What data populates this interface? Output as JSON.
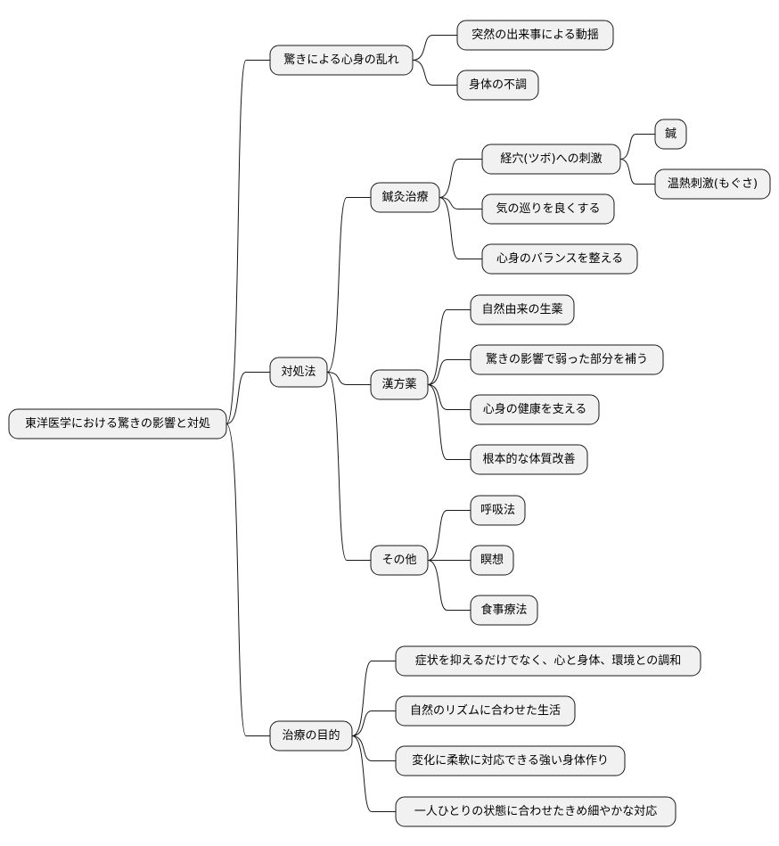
{
  "mindmap": {
    "root": {
      "label": "東洋医学における驚きの影響と対処",
      "children": [
        {
          "label": "驚きによる心身の乱れ",
          "children": [
            {
              "label": "突然の出来事による動揺"
            },
            {
              "label": "身体の不調"
            }
          ]
        },
        {
          "label": "対処法",
          "children": [
            {
              "label": "鍼灸治療",
              "children": [
                {
                  "label": "経穴(ツボ)への刺激",
                  "children": [
                    {
                      "label": "鍼"
                    },
                    {
                      "label": "温熱刺激(もぐさ)"
                    }
                  ]
                },
                {
                  "label": "気の巡りを良くする"
                },
                {
                  "label": "心身のバランスを整える"
                }
              ]
            },
            {
              "label": "漢方薬",
              "children": [
                {
                  "label": "自然由来の生薬"
                },
                {
                  "label": "驚きの影響で弱った部分を補う"
                },
                {
                  "label": "心身の健康を支える"
                },
                {
                  "label": "根本的な体質改善"
                }
              ]
            },
            {
              "label": "その他",
              "children": [
                {
                  "label": "呼吸法"
                },
                {
                  "label": "瞑想"
                },
                {
                  "label": "食事療法"
                }
              ]
            }
          ]
        },
        {
          "label": "治療の目的",
          "children": [
            {
              "label": "症状を抑えるだけでなく、心と身体、環境との調和"
            },
            {
              "label": "自然のリズムに合わせた生活"
            },
            {
              "label": "変化に柔軟に対応できる強い身体作り"
            },
            {
              "label": "一人ひとりの状態に合わせたきめ細やかな対応"
            }
          ]
        }
      ]
    }
  }
}
